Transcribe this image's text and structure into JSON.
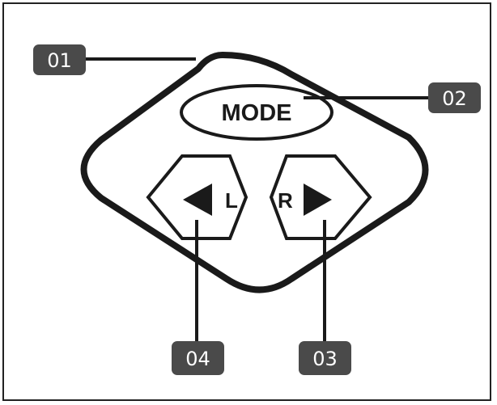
{
  "diagram": {
    "buttons": {
      "mode_label": "MODE",
      "left_label": "L",
      "right_label": "R"
    },
    "callouts": [
      {
        "id": "01",
        "label": "01",
        "target": "outer-diamond-housing"
      },
      {
        "id": "02",
        "label": "02",
        "target": "mode-button"
      },
      {
        "id": "03",
        "label": "03",
        "target": "right-button"
      },
      {
        "id": "04",
        "label": "04",
        "target": "left-button"
      }
    ],
    "colors": {
      "stroke": "#1a1a1a",
      "callout_fill": "#4a4a4a",
      "callout_text": "#ffffff",
      "frame": "#222222"
    }
  }
}
